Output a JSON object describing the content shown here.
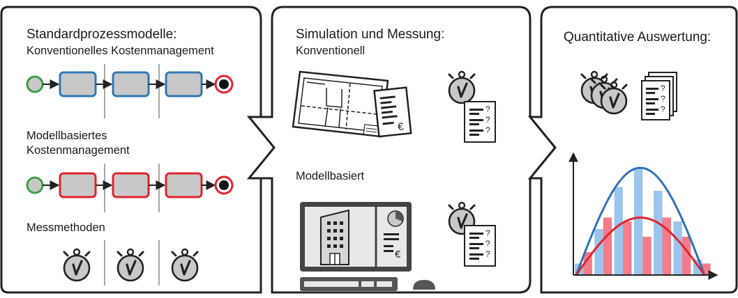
{
  "panel1": {
    "title": "Standardprozessmodelle:",
    "subtitle": "Konventionelles Kostenmanagement",
    "section2_line1": "Modellbasiertes",
    "section2_line2": "Kostenmanagement",
    "section3": "Messmethoden"
  },
  "panel2": {
    "title": "Simulation und Messung:",
    "section1": "Konventionell",
    "section2": "Modellbasiert"
  },
  "panel3": {
    "title": "Quantitative Auswertung:"
  },
  "glyphs": {
    "euro": "€",
    "question": "?"
  },
  "colors": {
    "start_event": "#3aa046",
    "end_event": "#e0242c",
    "task_conventional": "#2f78b8",
    "task_model": "#e0242c",
    "task_fill": "#c8c8c8",
    "bar_blue": "#9cc5ee",
    "bar_red": "#f47c8a",
    "curve_blue": "#2f6fb8",
    "curve_red": "#e0242c"
  },
  "chart_data": {
    "type": "bar",
    "series": [
      {
        "values": [
          3,
          12,
          23,
          28,
          22,
          14,
          4
        ]
      },
      {
        "values": [
          6,
          15,
          14,
          10,
          15,
          10,
          3
        ]
      }
    ],
    "curves": [
      "normal",
      "normal"
    ]
  }
}
